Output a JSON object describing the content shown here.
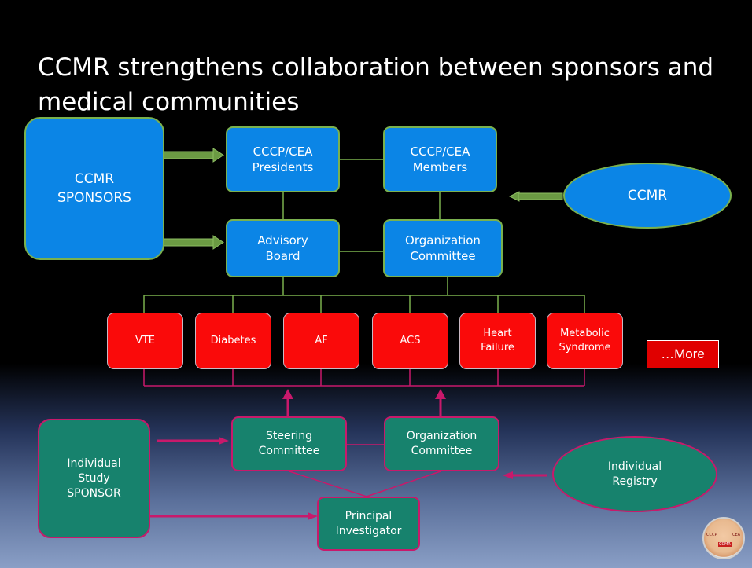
{
  "title": "CCMR strengthens collaboration between sponsors and medical communities",
  "nodes": {
    "ccmr_sponsors": "CCMR SPONSORS",
    "presidents": "CCCP/CEA Presidents",
    "members": "CCCP/CEA Members",
    "ccmr": "CCMR",
    "advisory": "Advisory Board",
    "org_committee_top": "Organization Committee",
    "diseases": [
      "VTE",
      "Diabetes",
      "AF",
      "ACS",
      "Heart Failure",
      "Metabolic Syndrome"
    ],
    "more": "…More",
    "individual_sponsor": "Individual Study SPONSOR",
    "steering": "Steering Committee",
    "org_committee_bottom": "Organization Committee",
    "individual_registry": "Individual Registry",
    "principal_investigator": "Principal Investigator"
  },
  "logo": {
    "top": "CCCP",
    "right": "CEA",
    "center": "CCMR"
  },
  "colors": {
    "blue": "#0b85e6",
    "red": "#fa0a0a",
    "teal": "#17826d",
    "green_line": "#7ab14e",
    "magenta": "#c8196b"
  }
}
